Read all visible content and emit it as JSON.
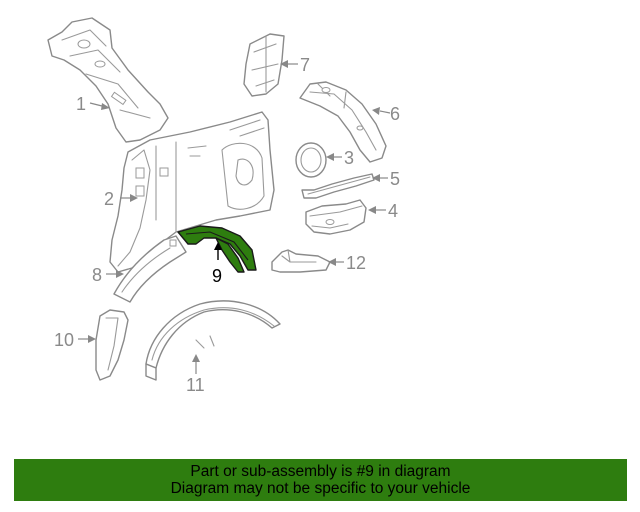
{
  "diagram": {
    "highlight_color": "#2e7d0f",
    "outline_color": "#8a8a8a",
    "highlighted_part": "9",
    "callouts": {
      "c1": "1",
      "c2": "2",
      "c3": "3",
      "c4": "4",
      "c5": "5",
      "c6": "6",
      "c7": "7",
      "c8": "8",
      "c9": "9",
      "c10": "10",
      "c11": "11",
      "c12": "12"
    }
  },
  "footer": {
    "background_color": "#2e7d0f",
    "line1": "Part or sub-assembly is #9 in diagram",
    "line2": "Diagram may not be specific to your vehicle"
  }
}
